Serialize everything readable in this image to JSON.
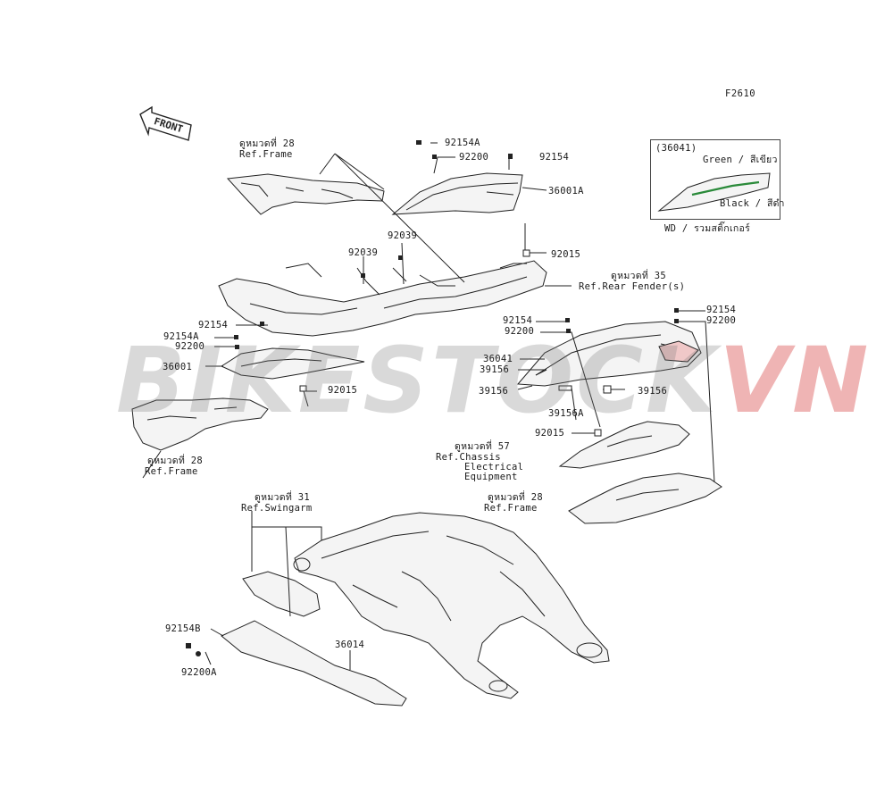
{
  "figure_code": "F2610",
  "front_arrow_label": "FRONT",
  "legend": {
    "part": "(36041)",
    "green": "Green / สีเขียว",
    "black": "Black / สีดำ",
    "caption": "WD / รวมสติ๊กเกอร์"
  },
  "refs": {
    "frame_top": {
      "th": "ดูหมวดที่ 28",
      "en": "Ref.Frame"
    },
    "rear_fender": {
      "th": "ดูหมวดที่ 35",
      "en": "Ref.Rear Fender(s)"
    },
    "frame_left": {
      "th": "ดูหมวดที่ 28",
      "en": "Ref.Frame"
    },
    "chassis": {
      "th": "ดูหมวดที่ 57",
      "en1": "Ref.Chassis",
      "en2": "Electrical",
      "en3": "Equipment"
    },
    "frame_right": {
      "th": "ดูหมวดที่ 28",
      "en": "Ref.Frame"
    },
    "swingarm": {
      "th": "ดูหมวดที่ 31",
      "en": "Ref.Swingarm"
    }
  },
  "parts": {
    "p92154A_top": "92154A",
    "p92200_top": "92200",
    "p92154_top": "92154",
    "p36001A": "36001A",
    "p92015_top": "92015",
    "p92039_a": "92039",
    "p92039_b": "92039",
    "p92154_left": "92154",
    "p92154A_left": "92154A",
    "p92200_left": "92200",
    "p36001": "36001",
    "p92015_left": "92015",
    "p92154_r1": "92154",
    "p92200_r1": "92200",
    "p92154_r2": "92154",
    "p92200_r2": "92200",
    "p36041": "36041",
    "p39156_a": "39156",
    "p39156_b": "39156",
    "p39156_c": "39156",
    "p39156A": "39156A",
    "p92015_right": "92015",
    "p92154B": "92154B",
    "p92200A": "92200A",
    "p36014": "36014"
  },
  "watermark": {
    "main": "BIKESTOCK",
    "accent": "VN"
  },
  "colors": {
    "line": "#222222",
    "part_fill": "#f4f4f4",
    "accent": "#cc2a2a"
  }
}
